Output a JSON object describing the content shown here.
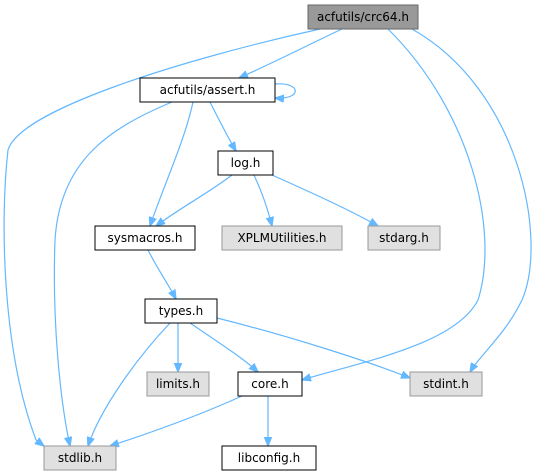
{
  "graph": {
    "colors": {
      "edge": "#63b8ff",
      "root_fill": "#999999",
      "root_border": "#666666",
      "local_fill": "#ffffff",
      "local_border": "#000000",
      "system_fill": "#e0e0e0",
      "system_border": "#999999"
    },
    "nodes": [
      {
        "id": "crc64",
        "label": "acfutils/crc64.h",
        "kind": "root"
      },
      {
        "id": "assert",
        "label": "acfutils/assert.h",
        "kind": "local"
      },
      {
        "id": "log",
        "label": "log.h",
        "kind": "local"
      },
      {
        "id": "sysmacros",
        "label": "sysmacros.h",
        "kind": "local"
      },
      {
        "id": "xplm",
        "label": "XPLMUtilities.h",
        "kind": "system"
      },
      {
        "id": "stdarg",
        "label": "stdarg.h",
        "kind": "system"
      },
      {
        "id": "types",
        "label": "types.h",
        "kind": "local"
      },
      {
        "id": "limits",
        "label": "limits.h",
        "kind": "system"
      },
      {
        "id": "core",
        "label": "core.h",
        "kind": "local"
      },
      {
        "id": "stdint",
        "label": "stdint.h",
        "kind": "system"
      },
      {
        "id": "stdlib",
        "label": "stdlib.h",
        "kind": "system"
      },
      {
        "id": "libconfig",
        "label": "libconfig.h",
        "kind": "local"
      }
    ],
    "edges": [
      {
        "from": "crc64",
        "to": "assert"
      },
      {
        "from": "crc64",
        "to": "stdlib"
      },
      {
        "from": "crc64",
        "to": "core"
      },
      {
        "from": "crc64",
        "to": "stdint"
      },
      {
        "from": "assert",
        "to": "assert"
      },
      {
        "from": "assert",
        "to": "log"
      },
      {
        "from": "assert",
        "to": "sysmacros"
      },
      {
        "from": "assert",
        "to": "stdlib"
      },
      {
        "from": "log",
        "to": "sysmacros"
      },
      {
        "from": "log",
        "to": "xplm"
      },
      {
        "from": "log",
        "to": "stdarg"
      },
      {
        "from": "sysmacros",
        "to": "types"
      },
      {
        "from": "types",
        "to": "limits"
      },
      {
        "from": "types",
        "to": "core"
      },
      {
        "from": "types",
        "to": "stdint"
      },
      {
        "from": "types",
        "to": "stdlib"
      },
      {
        "from": "core",
        "to": "stdlib"
      },
      {
        "from": "core",
        "to": "libconfig"
      }
    ]
  }
}
